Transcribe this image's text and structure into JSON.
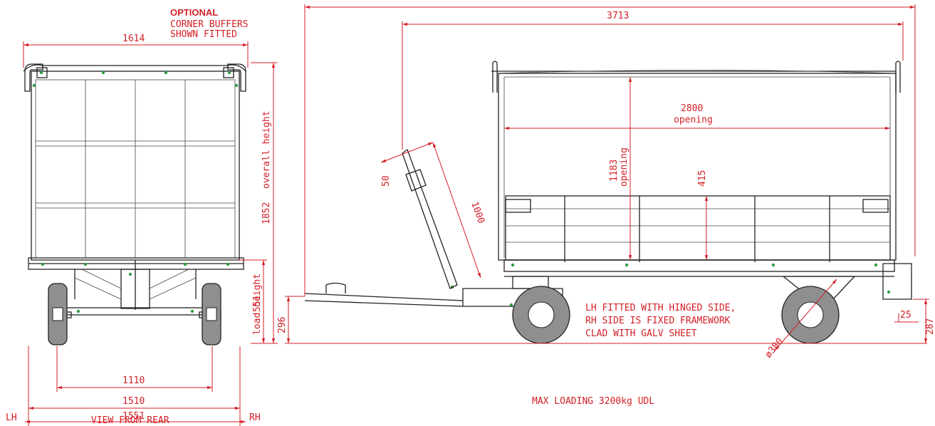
{
  "rear_view": {
    "optional_label": "OPTIONAL",
    "optional_line1": "CORNER BUFFERS",
    "optional_line2": "SHOWN FITTED",
    "dim_top_width": "1614",
    "dim_overall_height_value": "1852",
    "dim_overall_height_label": "overall height",
    "dim_load_height_value": "551",
    "dim_load_height_label": "load height",
    "dim_track_inner": "1110",
    "dim_track_outer": "1510",
    "dim_width": "1551",
    "lh_label": "LH",
    "rh_label": "RH",
    "caption": "VIEW FROM REAR"
  },
  "side_view": {
    "dim_total_length": "3713",
    "dim_opening_width_value": "2800",
    "dim_opening_width_label": "opening",
    "dim_opening_height_value": "1183",
    "dim_opening_height_label": "opening",
    "dim_side_height": "415",
    "dim_drawbar_offset": "50",
    "dim_drawbar_length": "1000",
    "dim_drawbar_height": "296",
    "dim_wheel_dia": "ø380",
    "dim_buffer_step": "25",
    "dim_ground_clear": "287",
    "note_line1": "LH FITTED WITH HINGED SIDE,",
    "note_line2": "RH SIDE IS FIXED FRAMEWORK",
    "note_line3": "CLAD WITH GALV SHEET",
    "max_loading": "MAX LOADING 3200kg UDL"
  },
  "colors": {
    "dimension_red": "#d41f26",
    "outline": "#222222",
    "bolt_green": "#2e9e3e",
    "tyre_grey": "#8f8f8f"
  }
}
